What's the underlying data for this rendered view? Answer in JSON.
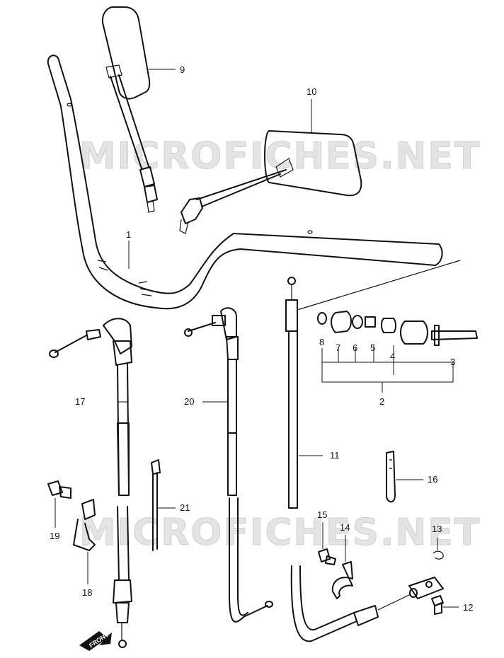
{
  "watermark": {
    "text": "MICROFICHES.NET"
  },
  "front_indicator": {
    "label": "FRONT"
  },
  "callouts": [
    {
      "id": "9",
      "label": "9"
    },
    {
      "id": "10",
      "label": "10"
    },
    {
      "id": "1",
      "label": "1"
    },
    {
      "id": "8",
      "label": "8"
    },
    {
      "id": "7",
      "label": "7"
    },
    {
      "id": "6",
      "label": "6"
    },
    {
      "id": "5",
      "label": "5"
    },
    {
      "id": "4",
      "label": "4"
    },
    {
      "id": "3",
      "label": "3"
    },
    {
      "id": "2",
      "label": "2"
    },
    {
      "id": "17",
      "label": "17"
    },
    {
      "id": "20",
      "label": "20"
    },
    {
      "id": "11",
      "label": "11"
    },
    {
      "id": "16",
      "label": "16"
    },
    {
      "id": "21",
      "label": "21"
    },
    {
      "id": "19",
      "label": "19"
    },
    {
      "id": "15",
      "label": "15"
    },
    {
      "id": "14",
      "label": "14"
    },
    {
      "id": "13",
      "label": "13"
    },
    {
      "id": "18",
      "label": "18"
    },
    {
      "id": "12",
      "label": "12"
    }
  ]
}
